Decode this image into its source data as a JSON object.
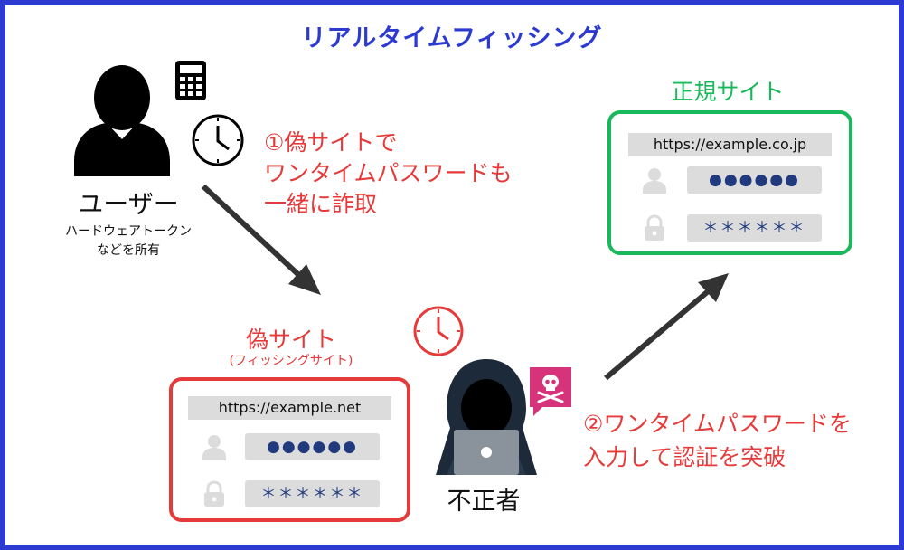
{
  "title": "リアルタイムフィッシング",
  "user": {
    "label": "ユーザー",
    "note_line1": "ハードウェアトークン",
    "note_line2": "などを所有",
    "icons": [
      "user-icon",
      "calculator-token-icon",
      "clock-icon"
    ]
  },
  "step1": {
    "line1": "①偽サイトで",
    "line2": "ワンタイムパスワードも",
    "line3": "一緒に詐取"
  },
  "fake_site": {
    "title": "偽サイト",
    "subtitle": "(フィッシングサイト)",
    "url": "https://example.net",
    "user_field": "●●●●●●",
    "password_field": "＊＊＊＊＊＊"
  },
  "attacker": {
    "label": "不正者",
    "icons": [
      "hacker-icon",
      "skull-alert-icon",
      "clock-icon"
    ]
  },
  "step2": {
    "line1": "②ワンタイムパスワードを",
    "line2": "入力して認証を突破"
  },
  "real_site": {
    "title": "正規サイト",
    "url": "https://example.co.jp",
    "user_field": "●●●●●●",
    "password_field": "＊＊＊＊＊＊"
  },
  "colors": {
    "title_blue": "#2c3ad1",
    "fake_red": "#e63a3a",
    "real_green": "#19b85a",
    "field_gray": "#dcdcdc",
    "dot_navy": "#203a7d"
  }
}
